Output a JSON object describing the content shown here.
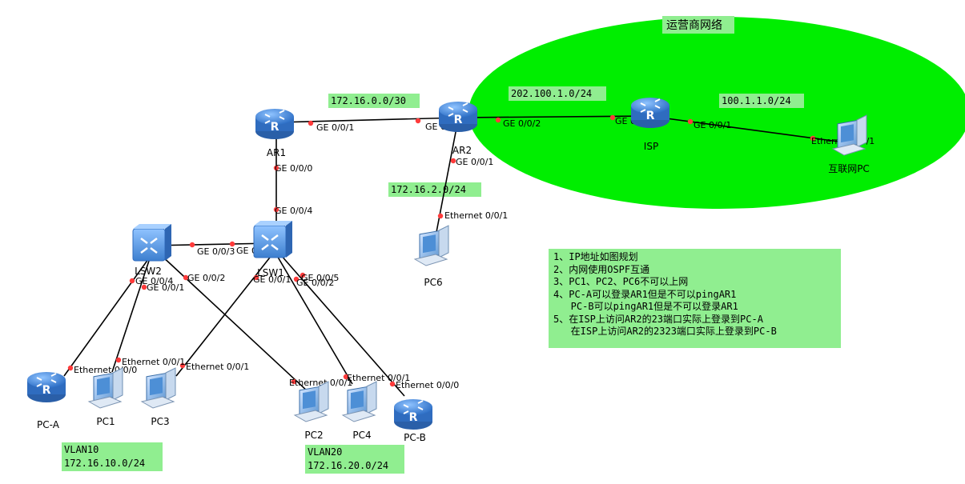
{
  "isp_zone": {
    "title": "运营商网络"
  },
  "devices": {
    "ar1": "AR1",
    "ar2": "AR2",
    "isp": "ISP",
    "internet_pc": "互联网PC",
    "pc6": "PC6",
    "lsw1": "LSW1",
    "lsw2": "LSW2",
    "pca": "PC-A",
    "pc1": "PC1",
    "pc3": "PC3",
    "pc2": "PC2",
    "pc4": "PC4",
    "pcb": "PC-B"
  },
  "networks": {
    "ar1_ar2": "172.16.0.0/30",
    "ar2_isp": "202.100.1.0/24",
    "isp_pc": "100.1.1.0/24",
    "ar2_pc6": "172.16.2.0/24",
    "vlan10_name": "VLAN10",
    "vlan10_net": "172.16.10.0/24",
    "vlan20_name": "VLAN20",
    "vlan20_net": "172.16.20.0/24"
  },
  "ports": {
    "ar1_to_ar2": "GE 0/0/1",
    "ar2_to_ar1": "GE 0/0/0",
    "ar2_to_isp": "GE 0/0/2",
    "isp_to_ar2": "GE 0/0/0",
    "isp_to_pc": "GE 0/0/1",
    "pc_to_isp": "Ethernet 0/0/1",
    "ar1_down": "GE 0/0/0",
    "ar2_down": "GE 0/0/1",
    "pc6_up": "Ethernet 0/0/1",
    "lsw1_up": "GE 0/0/4",
    "lsw2_to_lsw1": "GE 0/0/3",
    "lsw1_to_lsw2": "GE 0/0/3",
    "lsw2_a": "GE 0/0/4",
    "lsw2_b": "GE 0/0/1",
    "lsw2_c": "GE 0/0/2",
    "lsw1_a": "GE 0/0/1",
    "lsw1_b": "GE 0/0/2",
    "lsw1_c": "GE 0/0/5",
    "pca_port": "Ethernet 0/0/0",
    "pc1_port": "Ethernet 0/0/1",
    "pc3_port": "Ethernet 0/0/1",
    "pc2_port": "Ethernet 0/0/1",
    "pc4_port": "Ethernet 0/0/1",
    "pcb_port": "Ethernet 0/0/0"
  },
  "requirements": [
    "1、IP地址如图规划",
    "2、内网使用OSPF互通",
    "3、PC1、PC2、PC6不可以上网",
    "4、PC-A可以登录AR1但是不可以pingAR1",
    "   PC-B可以pingAR1但是不可以登录AR1",
    "5、在ISP上访问AR2的23端口实际上登录到PC-A",
    "   在ISP上访问AR2的2323端口实际上登录到PC-B"
  ],
  "colors": {
    "isp_zone": "#00ee00",
    "label_bg": "#90ee90",
    "router_blue": "#3b7fd1",
    "switch_blue": "#4a90d9",
    "port_dot": "#ff3b3b",
    "link": "#000000"
  }
}
